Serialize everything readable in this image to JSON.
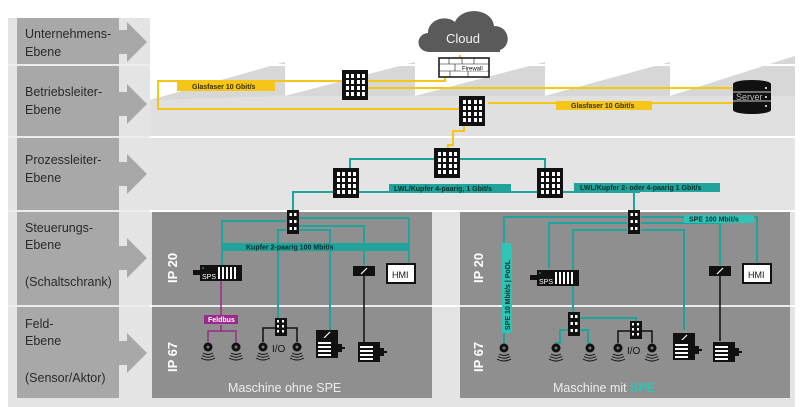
{
  "title": "Automatisierungspyramide mit SPE",
  "levels": [
    {
      "label_line1": "Unternehmens-",
      "label_line2": "Ebene",
      "label_line3": ""
    },
    {
      "label_line1": "Betriebsleiter-",
      "label_line2": "Ebene",
      "label_line3": ""
    },
    {
      "label_line1": "Prozessleiter-",
      "label_line2": "Ebene",
      "label_line3": ""
    },
    {
      "label_line1": "Steuerungs-",
      "label_line2": "Ebene",
      "label_line3": "(Schaltschrank)"
    },
    {
      "label_line1": "Feld-",
      "label_line2": "Ebene",
      "label_line3": "(Sensor/Aktor)"
    }
  ],
  "cloud": {
    "label": "Cloud",
    "firewall_label": "Firewall"
  },
  "server": {
    "label": "Server"
  },
  "links": {
    "glasfaser_left": "Glasfaser 10 Gbit/s",
    "glasfaser_right": "Glasfaser 10 Gbit/s",
    "lwl_left": "LWL/Kupfer 4-paarig, 1 Gbit/s",
    "lwl_right": "LWL/Kupfer 2- oder 4-paarig 1 Gbit/s",
    "kupfer": "Kupfer 2-paarig 100 Mbit/s",
    "spe100": "SPE 100 Mbit/s",
    "spe10": "SPE 10 Mbit/s | PoDL",
    "feldbus": "Feldbus"
  },
  "machines": [
    {
      "ip_upper": "IP 20",
      "ip_lower": "IP 67",
      "name_prefix": "Maschine ohne SPE",
      "name_highlight": "",
      "plc_label": "SPS",
      "hmi_label": "HMI",
      "io_label": "I/O"
    },
    {
      "ip_upper": "IP 20",
      "ip_lower": "IP 67",
      "name_prefix": "Maschine mit ",
      "name_highlight": "SPE",
      "plc_label": "SPS",
      "hmi_label": "HMI",
      "io_label": "I/O"
    }
  ],
  "colors": {
    "glasfaser": "#f5c518",
    "ethernet": "#1fa39a",
    "spe": "#2ec4b6",
    "feldbus": "#9b2b8a",
    "level_bg": "#e4e4e4",
    "label_col": "#a8a8a8",
    "machine_bg": "#8f8f8f"
  }
}
